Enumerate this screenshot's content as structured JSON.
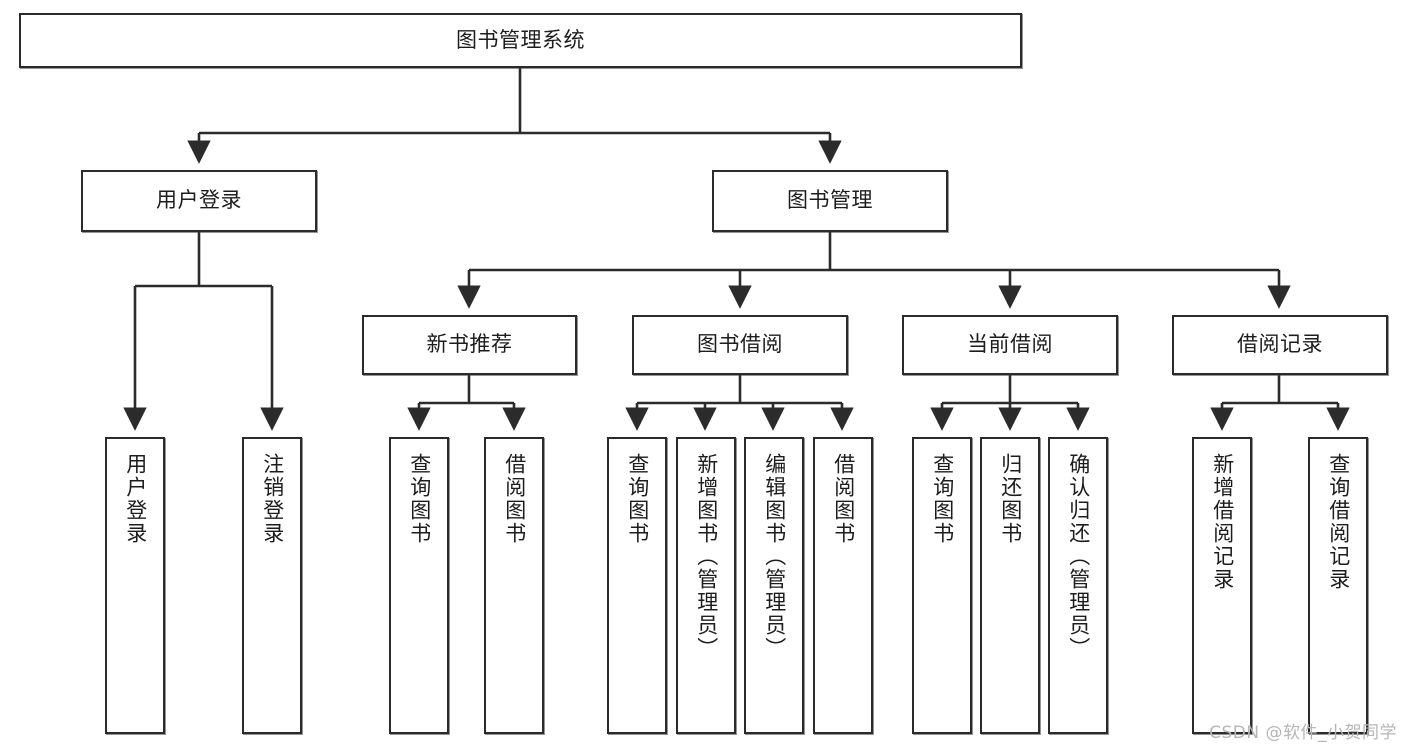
{
  "diagram": {
    "title": "图书管理系统",
    "type": "hierarchy-tree",
    "root": {
      "label": "图书管理系统"
    },
    "level2": [
      {
        "label": "用户登录"
      },
      {
        "label": "图书管理"
      }
    ],
    "level3": [
      {
        "label": "新书推荐"
      },
      {
        "label": "图书借阅"
      },
      {
        "label": "当前借阅"
      },
      {
        "label": "借阅记录"
      }
    ],
    "leaves": {
      "user_login": [
        {
          "label": "用户登录"
        },
        {
          "label": "注销登录"
        }
      ],
      "new_book_recommend": [
        {
          "label": "查询图书"
        },
        {
          "label": "借阅图书"
        }
      ],
      "book_borrow": [
        {
          "label": "查询图书"
        },
        {
          "label": "新增图书（管理员）"
        },
        {
          "label": "编辑图书（管理员）"
        },
        {
          "label": "借阅图书"
        }
      ],
      "current_borrow": [
        {
          "label": "查询图书"
        },
        {
          "label": "归还图书"
        },
        {
          "label": "确认归还（管理员）"
        }
      ],
      "borrow_record": [
        {
          "label": "新增借阅记录"
        },
        {
          "label": "查询借阅记录"
        }
      ]
    }
  },
  "watermark": {
    "text": "CSDN @软件_小贺同学"
  },
  "colors": {
    "stroke": "#2b2b2b",
    "fill": "#ffffff",
    "text": "#1d1d1d",
    "watermark": "#b6b6b6"
  }
}
